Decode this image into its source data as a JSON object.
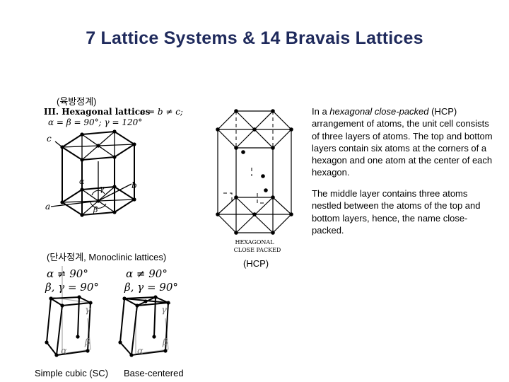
{
  "slide": {
    "title": "7 Lattice Systems & 14 Bravais Lattices"
  },
  "hexagonal": {
    "korean_label": "(육방정계)",
    "heading": "III. Hexagonal lattices",
    "condition_1": "a = b ≠ c;",
    "condition_2": "α = β = 90°; γ = 120°",
    "axis_labels": {
      "a": "a",
      "b": "b",
      "c": "c",
      "alpha": "α",
      "beta": "β",
      "gamma": "γ"
    }
  },
  "hcp": {
    "figure_caption_1": "HEXAGONAL",
    "figure_caption_2": "CLOSE  PACKED",
    "label": "(HCP)"
  },
  "description": {
    "p1_prefix": "In a ",
    "p1_italic": "hexagonal close-packed",
    "p1_rest": " (HCP) arrangement of atoms, the unit cell consists of three layers of atoms. The top and bottom layers contain six atoms at the corners of a hexagon and one atom at the  center  of  each  hexagon.",
    "p2": "The  middle  layer  contains three  atoms nestled between the atoms of the top and bottom layers, hence, the name close-packed."
  },
  "monoclinic": {
    "korean_label": "(단사정계, Monoclinic lattices)",
    "left_cond_1": "α ≠ 90°",
    "left_cond_2": "β, γ = 90°",
    "right_cond_1": "α ≠ 90°",
    "right_cond_2": "β, γ = 90°",
    "angle_labels": {
      "alpha": "α",
      "beta": "β",
      "gamma": "γ"
    },
    "caption_left": "Simple cubic (SC)",
    "caption_right": "Base-centered"
  }
}
